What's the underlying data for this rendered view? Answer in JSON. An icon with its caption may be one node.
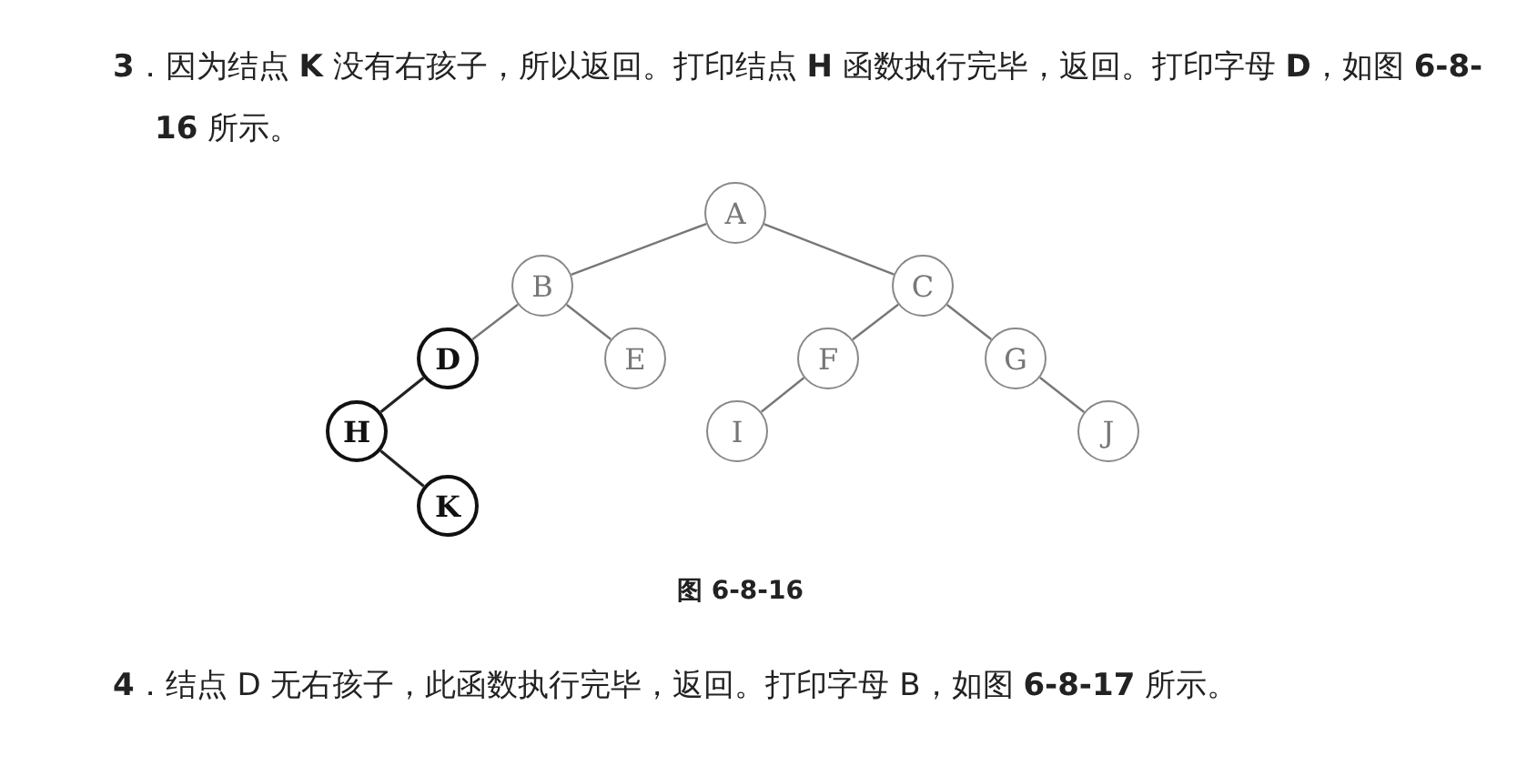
{
  "diagram": {
    "caption": "图 6-8-16",
    "nodes": [
      {
        "text": [
          "A"
        ]
      },
      {
        "text": [
          "B"
        ]
      },
      {
        "text": [
          "C"
        ]
      },
      {
        "text": [
          "D"
        ]
      },
      {
        "text": [
          "E"
        ]
      },
      {
        "text": [
          "F"
        ]
      },
      {
        "text": [
          "G"
        ]
      },
      {
        "text": [
          "H"
        ]
      },
      {
        "text": [
          "I"
        ]
      },
      {
        "text": [
          "J"
        ]
      },
      {
        "text": [
          "K"
        ]
      }
    ],
    "edges": [
      {
        "from": 0,
        "to": 1,
        "arrow": "none"
      },
      {
        "from": 0,
        "to": 2,
        "arrow": "none"
      },
      {
        "from": 1,
        "to": 3,
        "arrow": "none"
      },
      {
        "from": 1,
        "to": 4,
        "arrow": "none"
      },
      {
        "from": 2,
        "to": 5,
        "arrow": "none"
      },
      {
        "from": 2,
        "to": 6,
        "arrow": "none"
      },
      {
        "from": 3,
        "to": 7,
        "arrow": "none"
      },
      {
        "from": 5,
        "to": 8,
        "arrow": "none"
      },
      {
        "from": 6,
        "to": 9,
        "arrow": "none"
      },
      {
        "from": 7,
        "to": 10,
        "arrow": "none"
      }
    ],
    "labels": [
      "**3**．因为结点 **K** 没有右孩子，所以返回。打印结点 **H** 函数执行完毕，返回。打印字母 **D**，如图 **6-8-16** 所示。",
      "**4**．结点 D 无右孩子，此函数执行完毕，返回。打印字母 B，如图 **6-8-17** 所示。"
    ]
  }
}
